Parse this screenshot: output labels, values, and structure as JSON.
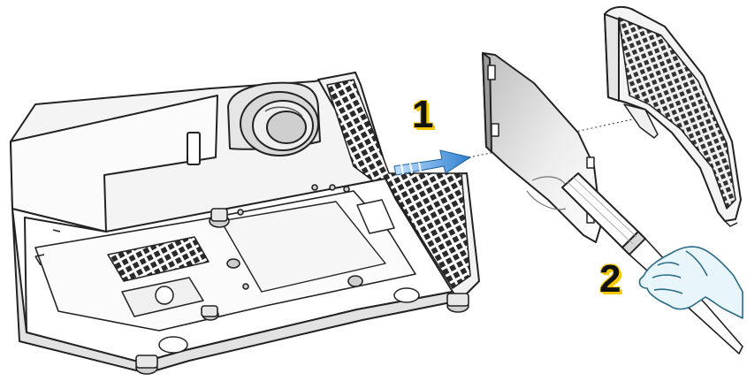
{
  "steps": [
    {
      "number": "1",
      "meaning": "remove-filter-door"
    },
    {
      "number": "2",
      "meaning": "clean-filter-with-brush"
    }
  ],
  "colors": {
    "line": "#222222",
    "body_fill": "#f7f7f7",
    "shade": "#d9d9d9",
    "vent": "#2a2a2a",
    "arrow": "#3d8fd6",
    "arrow_light": "#bfe0ff",
    "badge_outline": "#f5c800",
    "glove": "#e8f6fb",
    "glove_stroke": "#2b6a86"
  },
  "icons": [
    "projector-underside-illustration",
    "filter-cover-illustration",
    "dust-filter-illustration",
    "direction-arrow-icon",
    "brush-icon",
    "hand-icon"
  ]
}
